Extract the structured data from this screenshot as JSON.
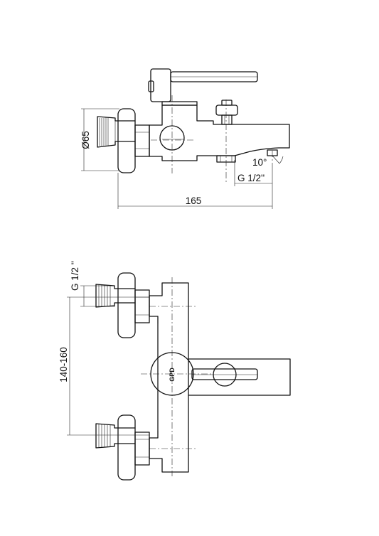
{
  "top_view": {
    "dim_diameter": "Ø65",
    "dim_angle": "10°",
    "dim_thread": "G 1/2''",
    "dim_length": "165"
  },
  "front_view": {
    "dim_thread": "G 1/2 ''",
    "dim_spacing": "140-160",
    "logo_text": "GPD"
  }
}
